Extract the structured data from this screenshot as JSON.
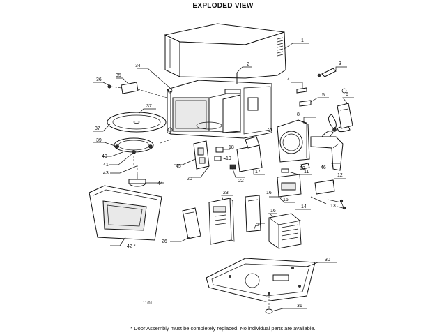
{
  "title": "EXPLODED VIEW",
  "date_code": "11/01",
  "footnote": "* Door Assembly must be completely replaced. No individual parts are available.",
  "part_numbers": [
    "1",
    "2",
    "3",
    "4",
    "5",
    "6",
    "8",
    "10",
    "11",
    "12",
    "13",
    "14",
    "16",
    "16",
    "16",
    "17",
    "18",
    "19",
    "20",
    "22",
    "23",
    "24",
    "26",
    "30",
    "31",
    "34",
    "35",
    "36",
    "37",
    "37",
    "39",
    "40",
    "41",
    "42 *",
    "43",
    "44",
    "45",
    "46"
  ]
}
